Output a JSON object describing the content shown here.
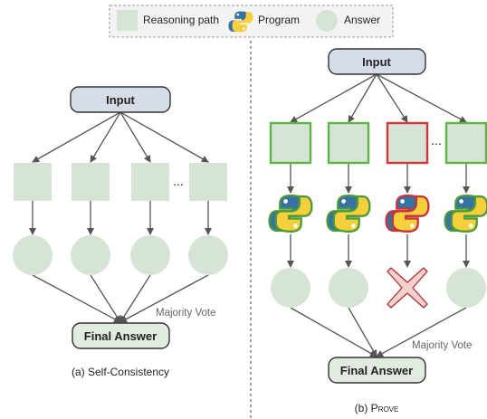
{
  "legend": {
    "reasoning_path": "Reasoning path",
    "program": "Program",
    "answer": "Answer"
  },
  "left_panel": {
    "input": "Input",
    "ellipsis": "...",
    "vote": "Majority Vote",
    "final": "Final Answer",
    "caption": "(a) Self-Consistency"
  },
  "right_panel": {
    "input": "Input",
    "ellipsis": "...",
    "vote": "Majority Vote",
    "final": "Final Answer",
    "caption_prefix": "(b) ",
    "caption_name": "Prove",
    "path_status": [
      "verified",
      "verified",
      "rejected",
      "verified"
    ]
  },
  "colors": {
    "node_fill": "#d6e4d5",
    "verified_border": "#5cb547",
    "rejected_border": "#d0393a",
    "io_box_fill": "#d7dde8",
    "final_box_fill": "#e2ebe0",
    "arrow": "#555555",
    "python_blue": "#3772a4",
    "python_yellow": "#f5cf3c",
    "python_red": "#c8333b"
  }
}
